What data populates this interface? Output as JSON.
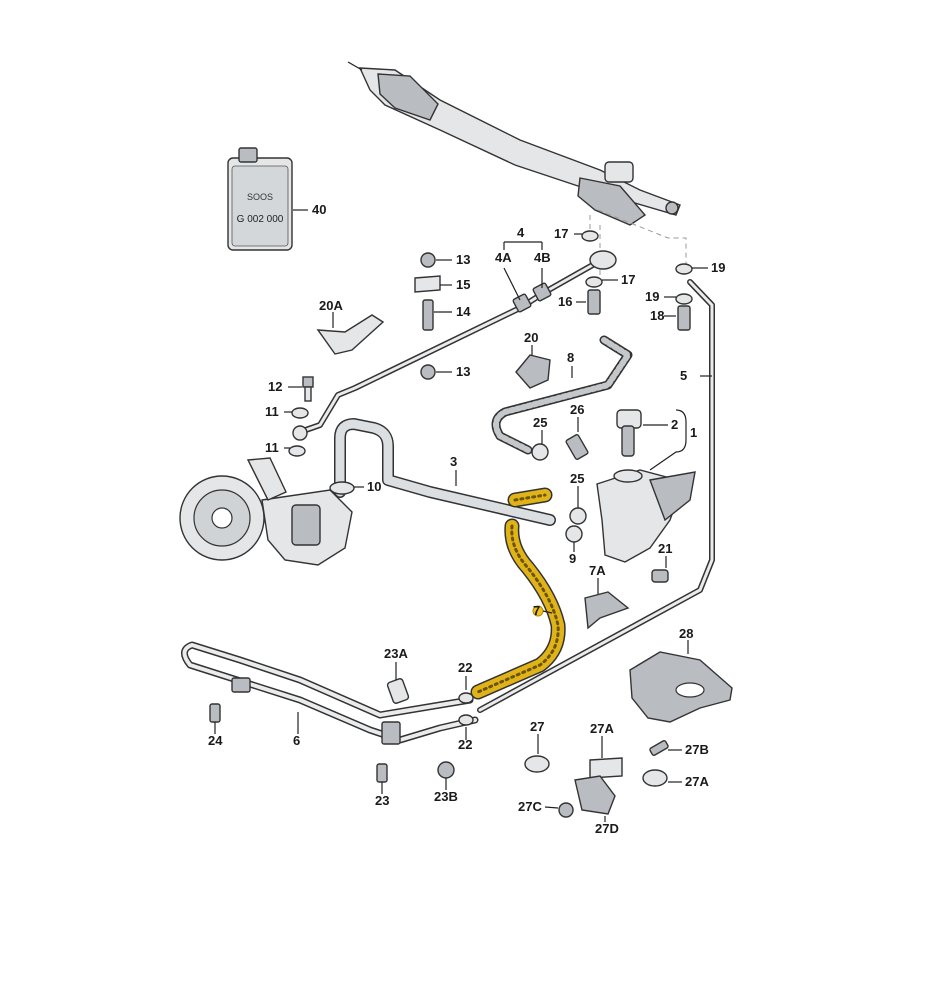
{
  "container": {
    "line1": "SOOS",
    "line2": "G 002 000"
  },
  "callouts": {
    "c40": "40",
    "c4": "4",
    "c4A": "4A",
    "c4B": "4B",
    "c13a": "13",
    "c15": "15",
    "c14": "14",
    "c13b": "13",
    "c17a": "17",
    "c17b": "17",
    "c16": "16",
    "c19a": "19",
    "c19b": "19",
    "c18": "18",
    "c20A": "20A",
    "c20": "20",
    "c8": "8",
    "c5": "5",
    "c12": "12",
    "c11a": "11",
    "c11b": "11",
    "c2": "2",
    "c1": "1",
    "c25a": "25",
    "c26": "26",
    "c3": "3",
    "c10": "10",
    "c25b": "25",
    "c9": "9",
    "c21": "21",
    "c7A": "7A",
    "c7": "7",
    "c28": "28",
    "c23A": "23A",
    "c22a": "22",
    "c22b": "22",
    "c24": "24",
    "c6": "6",
    "c23": "23",
    "c23B": "23B",
    "c27": "27",
    "c27Aa": "27A",
    "c27B": "27B",
    "c27Ab": "27A",
    "c27C": "27C",
    "c27D": "27D"
  },
  "colors": {
    "highlight": "#f0c21b",
    "line": "#222222",
    "part_fill": "#e4e6e8"
  }
}
